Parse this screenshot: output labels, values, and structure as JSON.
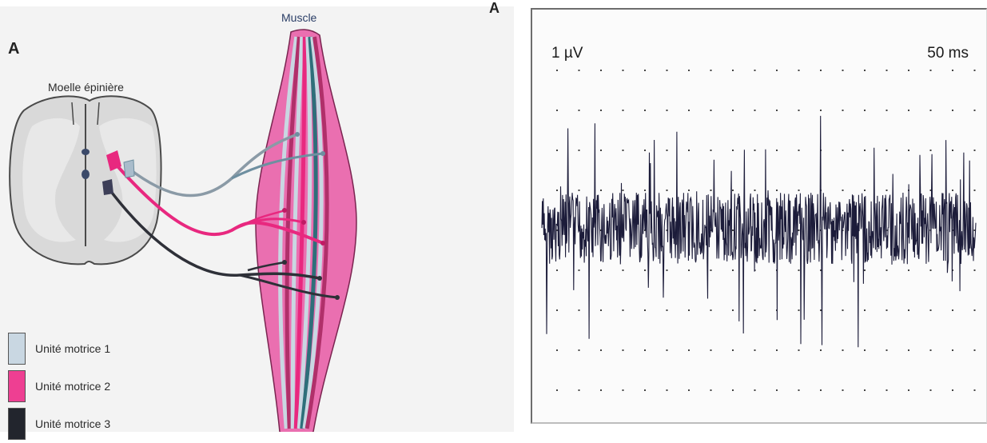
{
  "left": {
    "panel_letter": "A",
    "muscle_label": "Muscle",
    "spinal_cord_label": "Moelle épinière",
    "legend": [
      {
        "label": "Unité motrice 1",
        "color": "#c9d7e2"
      },
      {
        "label": "Unité motrice 2",
        "color": "#ee3f92"
      },
      {
        "label": "Unité motrice 3",
        "color": "#22252d"
      }
    ]
  },
  "right": {
    "panel_letter": "A",
    "amplitude_scale": "1 µV",
    "time_scale": "50 ms"
  },
  "colors": {
    "unit1": "#9fb8c8",
    "unit2": "#e8287f",
    "unit3": "#2e3038",
    "muscle_pink": "#ea6fb0",
    "trace": "#1c1c3a"
  }
}
